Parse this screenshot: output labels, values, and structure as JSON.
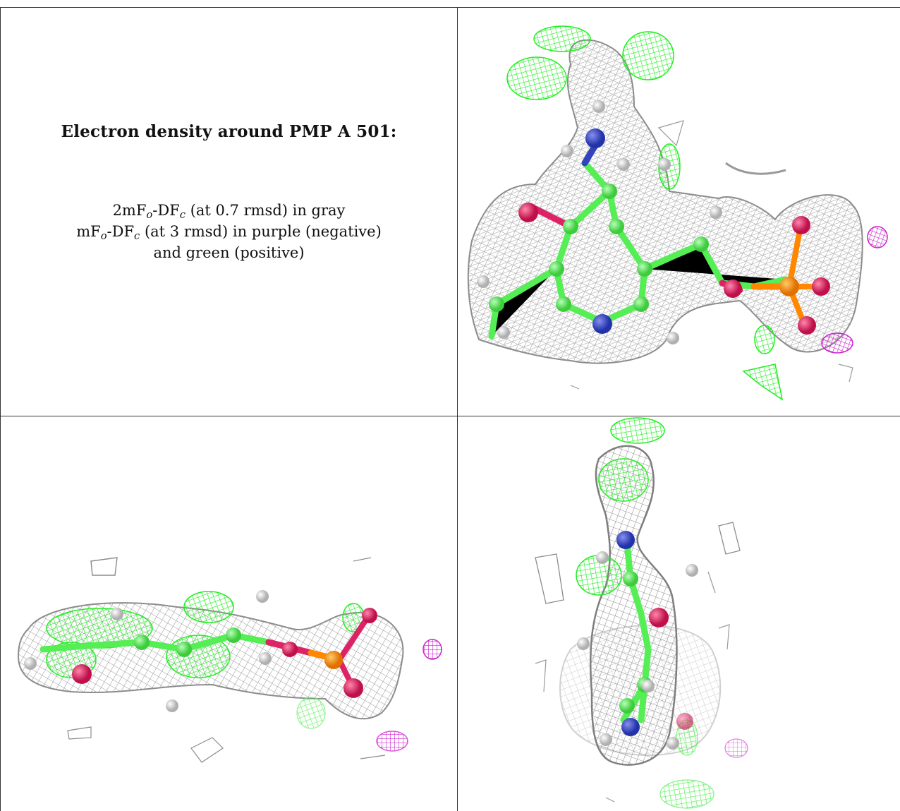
{
  "panel_text": {
    "title": "Electron density around PMP A 501:",
    "line1": {
      "part1": "2mF",
      "sub1": "o",
      "part2": "-DF",
      "sub2": "c",
      "part3": " (at 0.7 rmsd) in gray"
    },
    "line2": {
      "part1": "mF",
      "sub1": "o",
      "part2": "-DF",
      "sub2": "c",
      "part3": " (at 3 rmsd) in purple (negative)"
    },
    "line3": "and green (positive)"
  },
  "colors": {
    "mesh_gray": "#9a9a9a",
    "mesh_green": "#22ee22",
    "mesh_purple": "#cc22cc",
    "carbon": "#55ee55",
    "nitrogen": "#3344bb",
    "oxygen": "#dd2266",
    "phosphorus": "#ff8800",
    "hydrogen": "#e8e8e8",
    "rule": "#333333"
  }
}
